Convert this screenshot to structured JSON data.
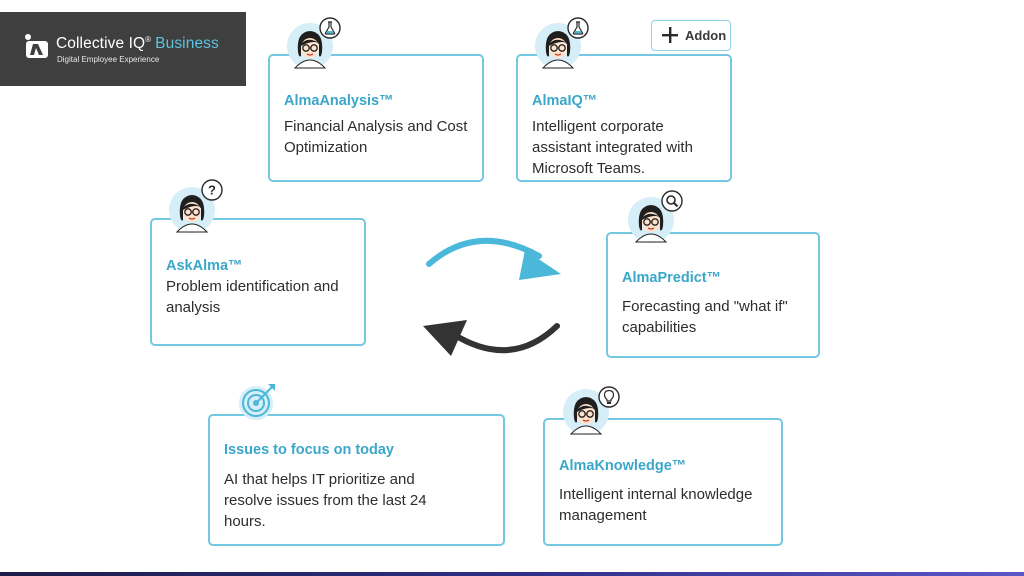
{
  "brand": {
    "name": "Collective IQ",
    "reg_mark": "®",
    "product": "Business",
    "tagline": "Digital Employee Experience"
  },
  "addon": {
    "label": "Addon"
  },
  "cards": {
    "alma_analysis": {
      "title": "AlmaAnalysis™",
      "body": "Financial Analysis and Cost Optimization"
    },
    "alma_iq": {
      "title": "AlmaIQ™",
      "body": "Intelligent corporate assistant integrated with Microsoft Teams."
    },
    "ask_alma": {
      "title": "AskAlma™",
      "body": "Problem identification and analysis"
    },
    "alma_predict": {
      "title": "AlmaPredict™",
      "body": "Forecasting and \"what if\" capabilities"
    },
    "issues_today": {
      "title": "Issues to focus on today",
      "body": "AI that helps IT prioritize and resolve issues from the last 24 hours."
    },
    "alma_knowledge": {
      "title": "AlmaKnowledge™",
      "body": "Intelligent internal knowledge management"
    }
  },
  "icons": {
    "alma_analysis_badge": "flask-icon",
    "alma_iq_badge": "flask-icon",
    "ask_alma_badge": "question-icon",
    "alma_predict_badge": "magnifier-icon",
    "alma_knowledge_badge": "lightbulb-icon",
    "issues_today": "target-icon",
    "addon": "plus-icon",
    "cycle": "cycle-arrows-icon"
  },
  "colors": {
    "accent": "#3aa7ca",
    "card_border": "#74c7e1",
    "cycle_arrow_blue": "#4bb8d9",
    "cycle_arrow_dark": "#333333",
    "logo_background": "#3f3f3f"
  }
}
